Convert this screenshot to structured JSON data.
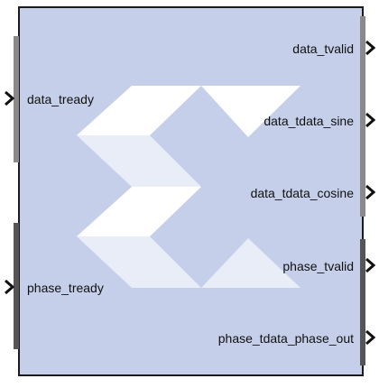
{
  "block": {
    "fill_color": "#c5cfe9",
    "border_color": "#1b1b1b",
    "logo_color": "#ffffff",
    "logo_icon": "sigma-logo"
  },
  "ports": {
    "inputs": [
      {
        "label": "data_tready"
      },
      {
        "label": "phase_tready"
      }
    ],
    "outputs": [
      {
        "label": "data_tvalid"
      },
      {
        "label": "data_tdata_sine"
      },
      {
        "label": "data_tdata_cosine"
      },
      {
        "label": "phase_tvalid"
      },
      {
        "label": "phase_tdata_phase_out"
      }
    ],
    "arrow_icon": "chevron-right-icon"
  }
}
